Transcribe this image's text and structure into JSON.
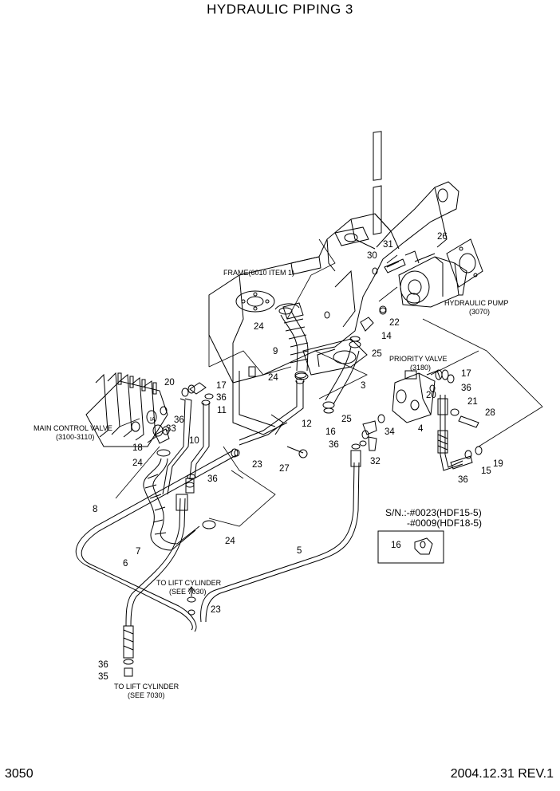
{
  "title": "HYDRAULIC PIPING 3",
  "page_number": "3050",
  "revision": "2004.12.31  REV.1",
  "labels": {
    "frame": "FRAME(6010 ITEM 1)",
    "hydraulic_pump": "HYDRAULIC PUMP",
    "hydraulic_pump_ref": "(3070)",
    "priority_valve": "PRIORITY VALVE",
    "priority_valve_ref": "(3180)",
    "main_control_valve": "MAIN CONTROL VALVE",
    "main_control_valve_ref": "(3100-3110)",
    "to_lift_cylinder_1": "TO LIFT CYLINDER",
    "see_7030_1": "(SEE 7030)",
    "to_lift_cylinder_2": "TO LIFT CYLINDER",
    "see_7030_2": "(SEE 7030)",
    "sn_line1": "S/N.:-#0023(HDF15-5)",
    "sn_line2": "-#0009(HDF18-5)",
    "valve_mark": "IA"
  },
  "callouts": {
    "c31": "31",
    "c30": "30",
    "c26": "26",
    "c22": "22",
    "c14": "14",
    "c25a": "25",
    "c24a": "24",
    "c9": "9",
    "c24b": "24",
    "c3": "3",
    "c25b": "25",
    "c12": "12",
    "c20a": "20",
    "c17a": "17",
    "c36a": "36",
    "c11": "11",
    "c36b": "36",
    "c33": "33",
    "c18": "18",
    "c10": "10",
    "c24c": "24",
    "c23a": "23",
    "c27": "27",
    "c36c": "36",
    "c8": "8",
    "c24d": "24",
    "c7": "7",
    "c6": "6",
    "c5": "5",
    "c17b": "17",
    "c36d": "36",
    "c20b": "20",
    "c21": "21",
    "c28": "28",
    "c16a": "16",
    "c34": "34",
    "c4": "4",
    "c36e": "36",
    "c32": "32",
    "c19": "19",
    "c15": "15",
    "c36f": "36",
    "c16b": "16",
    "c23b": "23",
    "c36g": "36",
    "c35": "35"
  }
}
